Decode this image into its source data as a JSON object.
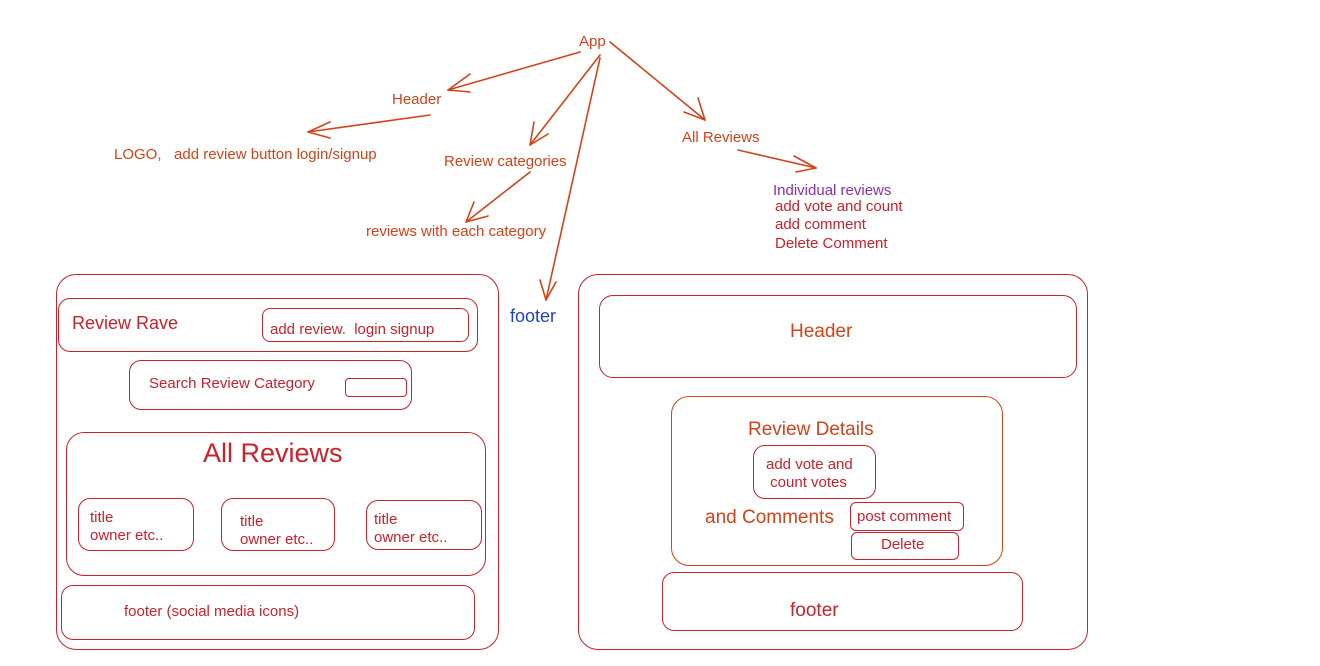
{
  "tree": {
    "app": "App",
    "header": "Header",
    "header_children": "LOGO,   add review button login/signup",
    "review_categories": "Review categories",
    "categories_children": "reviews with each category",
    "all_reviews": "All Reviews",
    "footer": "footer",
    "individual_reviews": "Individual reviews",
    "individual_items": [
      "add vote and count",
      "add comment",
      "Delete Comment"
    ]
  },
  "wireframe_left": {
    "brand": "Review Rave",
    "header_actions": "add review.  login signup",
    "search_label": "Search Review Category",
    "section_title": "All Reviews",
    "cards": [
      {
        "title": "title",
        "owner": "owner etc.."
      },
      {
        "title": "title",
        "owner": "owner etc.."
      },
      {
        "title": "title",
        "owner": "owner etc.."
      }
    ],
    "footer": "footer (social media icons)"
  },
  "wireframe_right": {
    "header": "Header",
    "details_title": "Review Details",
    "vote_label": "add vote and\n count votes",
    "comments_label": "and Comments",
    "post_comment": "post comment",
    "delete": "Delete",
    "footer": "footer"
  },
  "colors": {
    "orange": "#d2431a",
    "red": "#c8222c",
    "purple": "#8a2fb0",
    "blue": "#2244bb"
  }
}
